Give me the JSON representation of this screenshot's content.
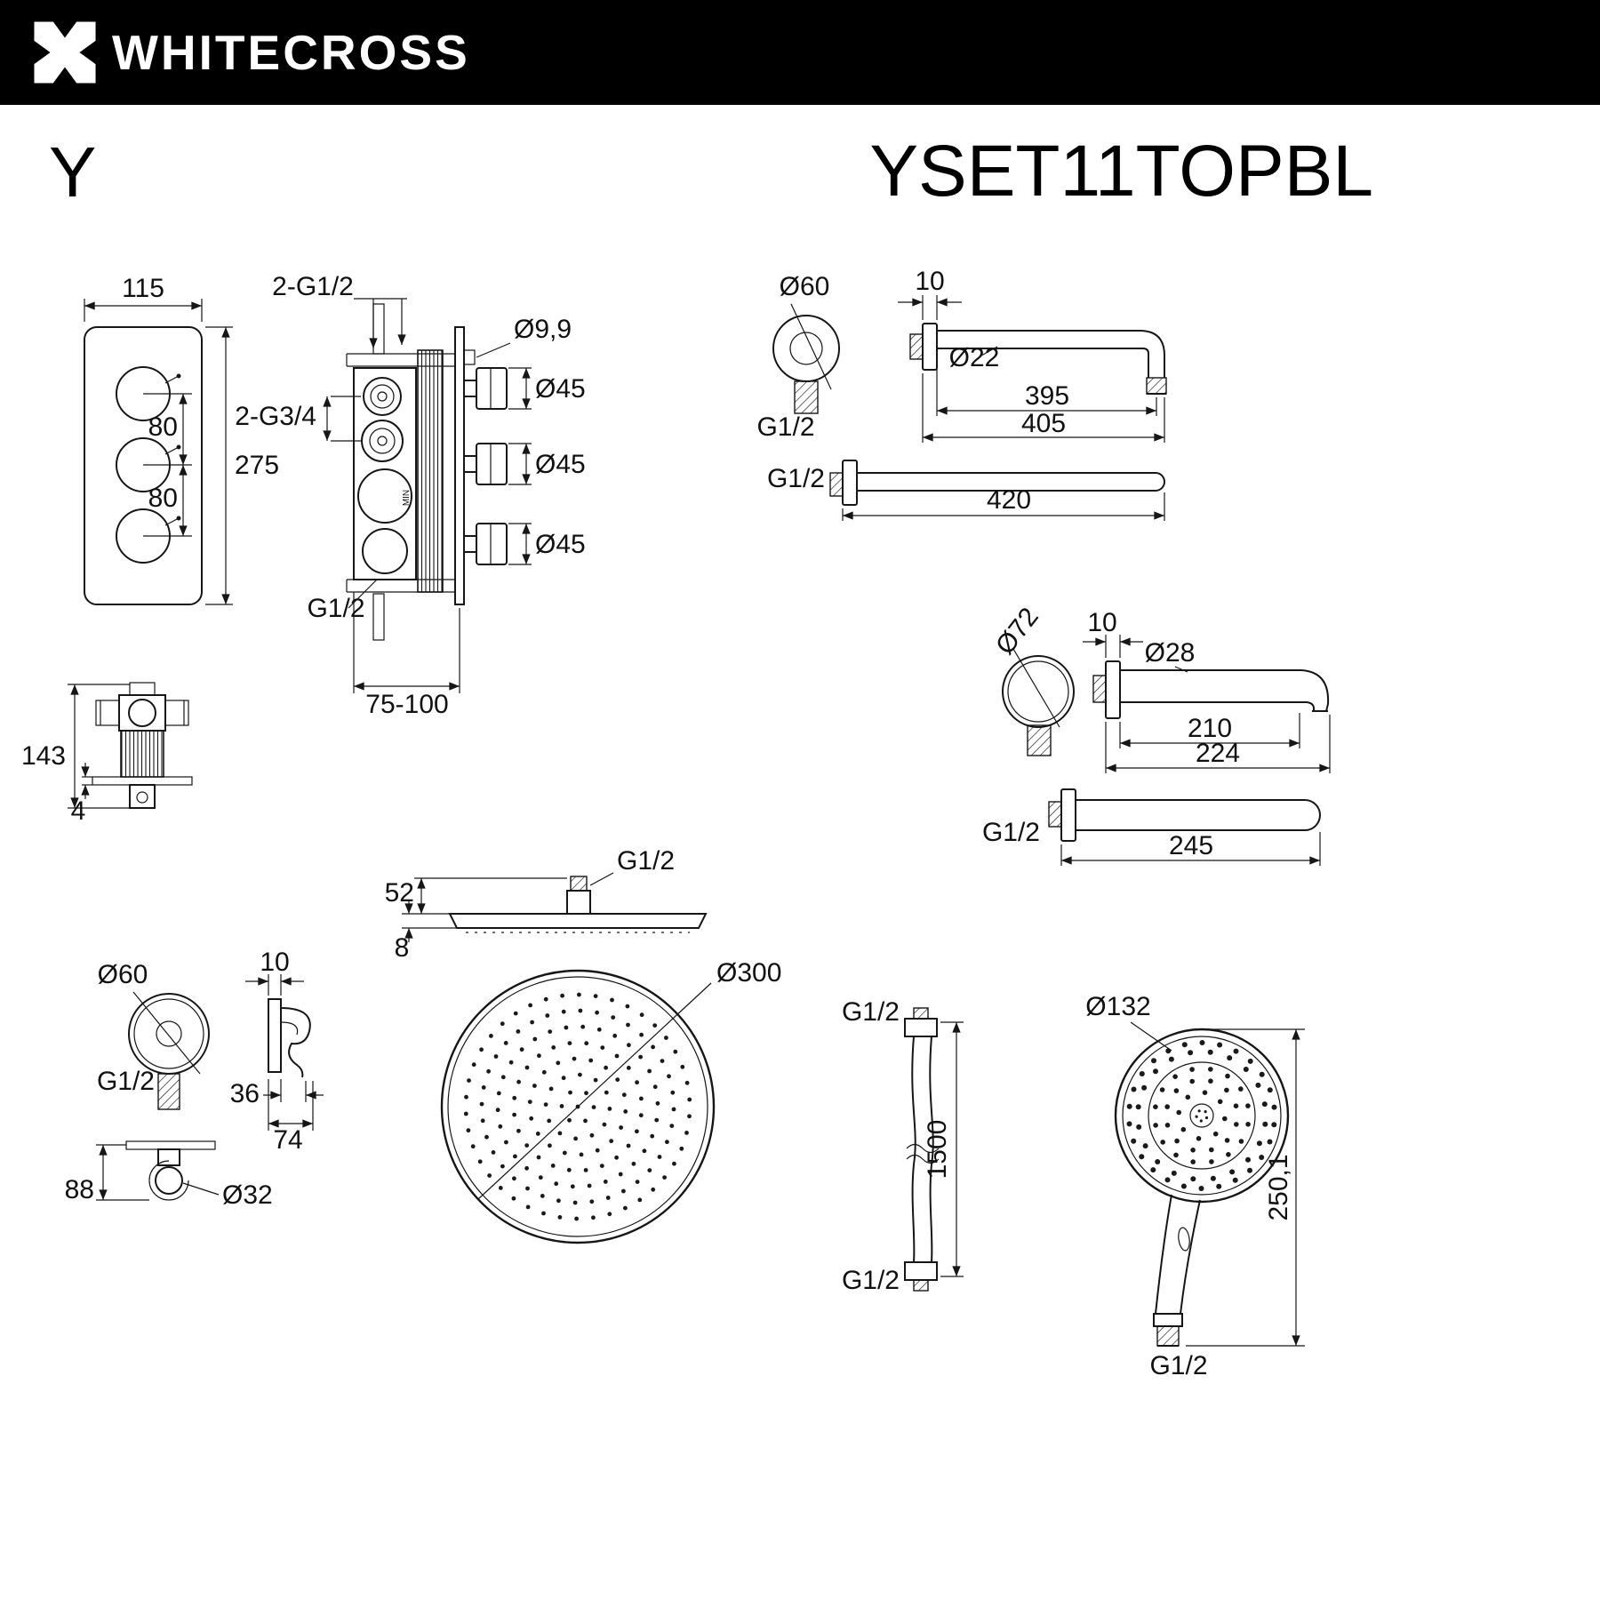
{
  "header": {
    "brand": "WHITECROSS"
  },
  "title": {
    "series": "Y",
    "model": "YSET11TOPBL"
  },
  "thermostat_front": {
    "width": "115",
    "height": "275",
    "pitch1": "80",
    "pitch2": "80"
  },
  "thermostat_side": {
    "ports": "2-G1/2",
    "inlets": "2-G3/4",
    "screw": "Ø9,9",
    "knob1": "Ø45",
    "knob2": "Ø45",
    "knob3": "Ø45",
    "outlet": "G1/2",
    "depth": "75-100",
    "min": "MIN"
  },
  "arm": {
    "escutcheon": "Ø60",
    "thread": "G1/2",
    "flange": "10",
    "tube": "Ø22",
    "len_inner": "395",
    "len_outer": "405"
  },
  "arm2": {
    "thread": "G1/2",
    "len": "420"
  },
  "valve": {
    "height": "143",
    "plate": "4"
  },
  "spout": {
    "escutcheon": "Ø72",
    "flange": "10",
    "tube": "Ø28",
    "len_inner": "210",
    "len_outer": "224"
  },
  "spout2": {
    "thread": "G1/2",
    "len": "245"
  },
  "head_side": {
    "thread": "G1/2",
    "height": "52",
    "plate": "8"
  },
  "head_top": {
    "diameter": "Ø300"
  },
  "outlet": {
    "escutcheon": "Ø60",
    "thread": "G1/2",
    "drop": "88",
    "holder": "Ø32",
    "flange": "10",
    "w_inner": "36",
    "w_outer": "74"
  },
  "hose": {
    "thread_top": "G1/2",
    "length": "1500",
    "thread_bottom": "G1/2"
  },
  "handshower": {
    "diameter": "Ø132",
    "length": "250,1",
    "thread": "G1/2"
  }
}
